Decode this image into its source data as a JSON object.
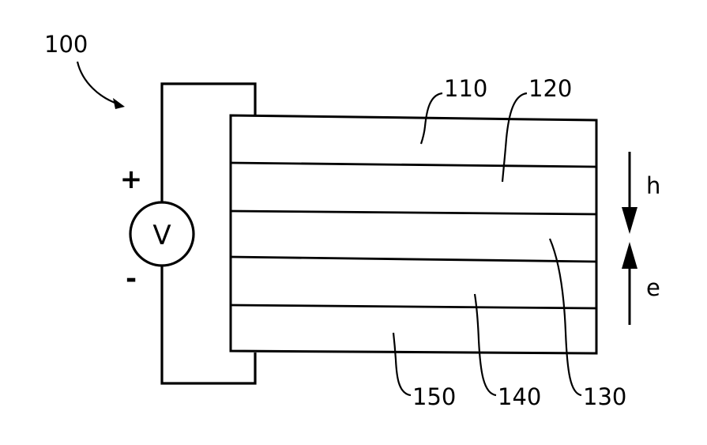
{
  "reference_numerals": {
    "device": "100",
    "layer_1": "110",
    "layer_2": "120",
    "layer_3": "130",
    "layer_4": "140",
    "layer_5": "150"
  },
  "source": {
    "symbol": "V",
    "positive": "+",
    "negative": "-"
  },
  "carriers": {
    "hole": "h",
    "electron": "e"
  },
  "colors": {
    "line": "#000000",
    "background": "#ffffff"
  }
}
